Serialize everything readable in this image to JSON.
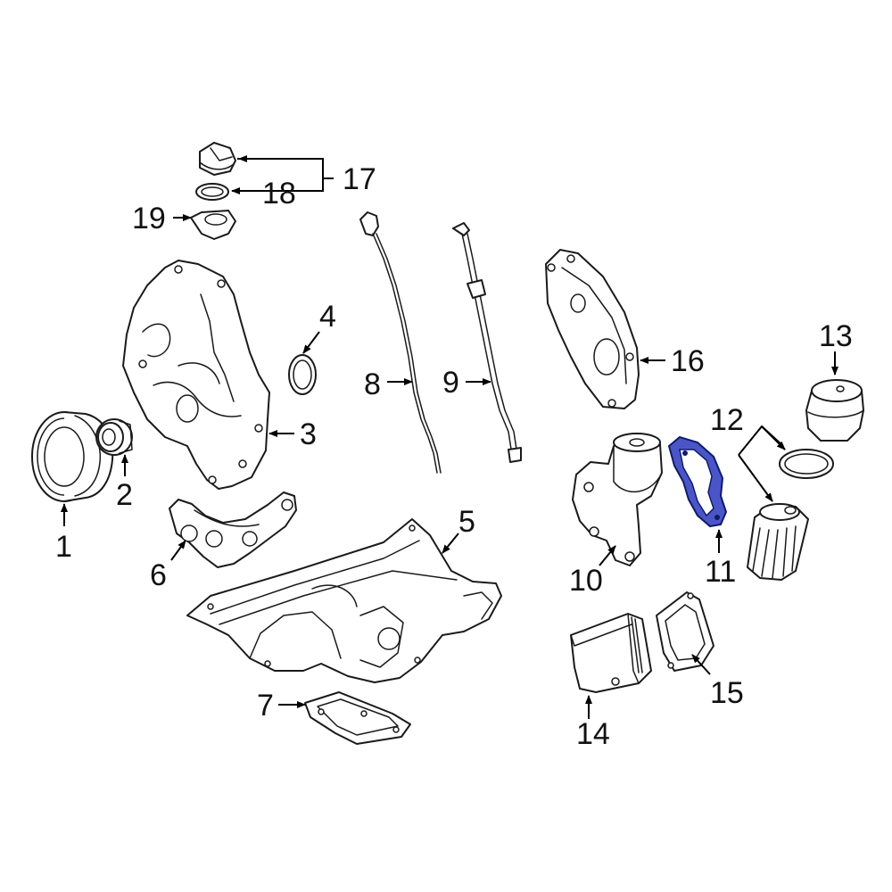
{
  "diagram": {
    "callouts": [
      "1",
      "2",
      "3",
      "4",
      "5",
      "6",
      "7",
      "8",
      "9",
      "10",
      "11",
      "12",
      "13",
      "14",
      "15",
      "16",
      "17",
      "18",
      "19"
    ],
    "highlight_color": "#4a56c8",
    "highlighted_part": "11"
  }
}
